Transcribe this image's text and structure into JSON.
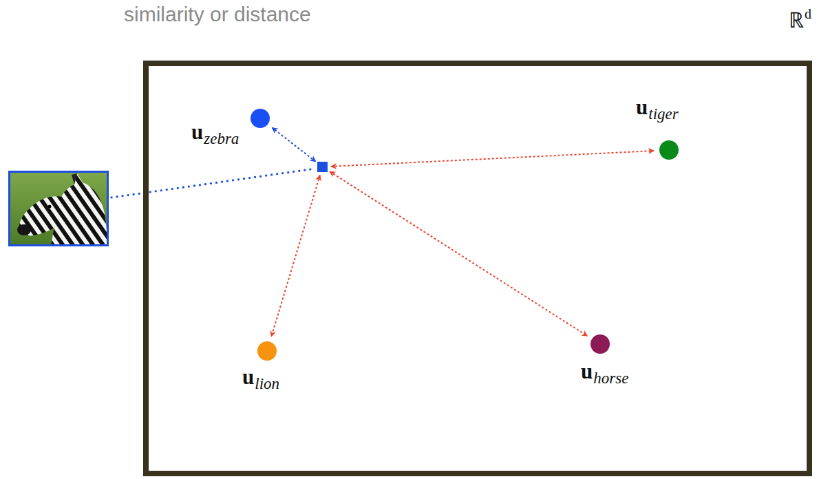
{
  "diagram": {
    "title": "similarity or distance",
    "nodes": [
      {
        "text": [
          "ℝd"
        ]
      },
      {
        "text": [
          "uzebra"
        ],
        "in": 0
      },
      {
        "text": [],
        "in": 0
      },
      {
        "text": [
          "utiger"
        ],
        "in": 0
      },
      {
        "text": [
          "ulion"
        ],
        "in": 0
      },
      {
        "text": [
          "uhorse"
        ],
        "in": 0
      }
    ],
    "edges": [
      {
        "from": 2,
        "to": 1,
        "arrow": "both"
      },
      {
        "from": 2,
        "to": 3,
        "arrow": "both"
      },
      {
        "from": 2,
        "to": 4,
        "arrow": "both"
      },
      {
        "from": 2,
        "to": 5,
        "arrow": "both"
      }
    ]
  }
}
